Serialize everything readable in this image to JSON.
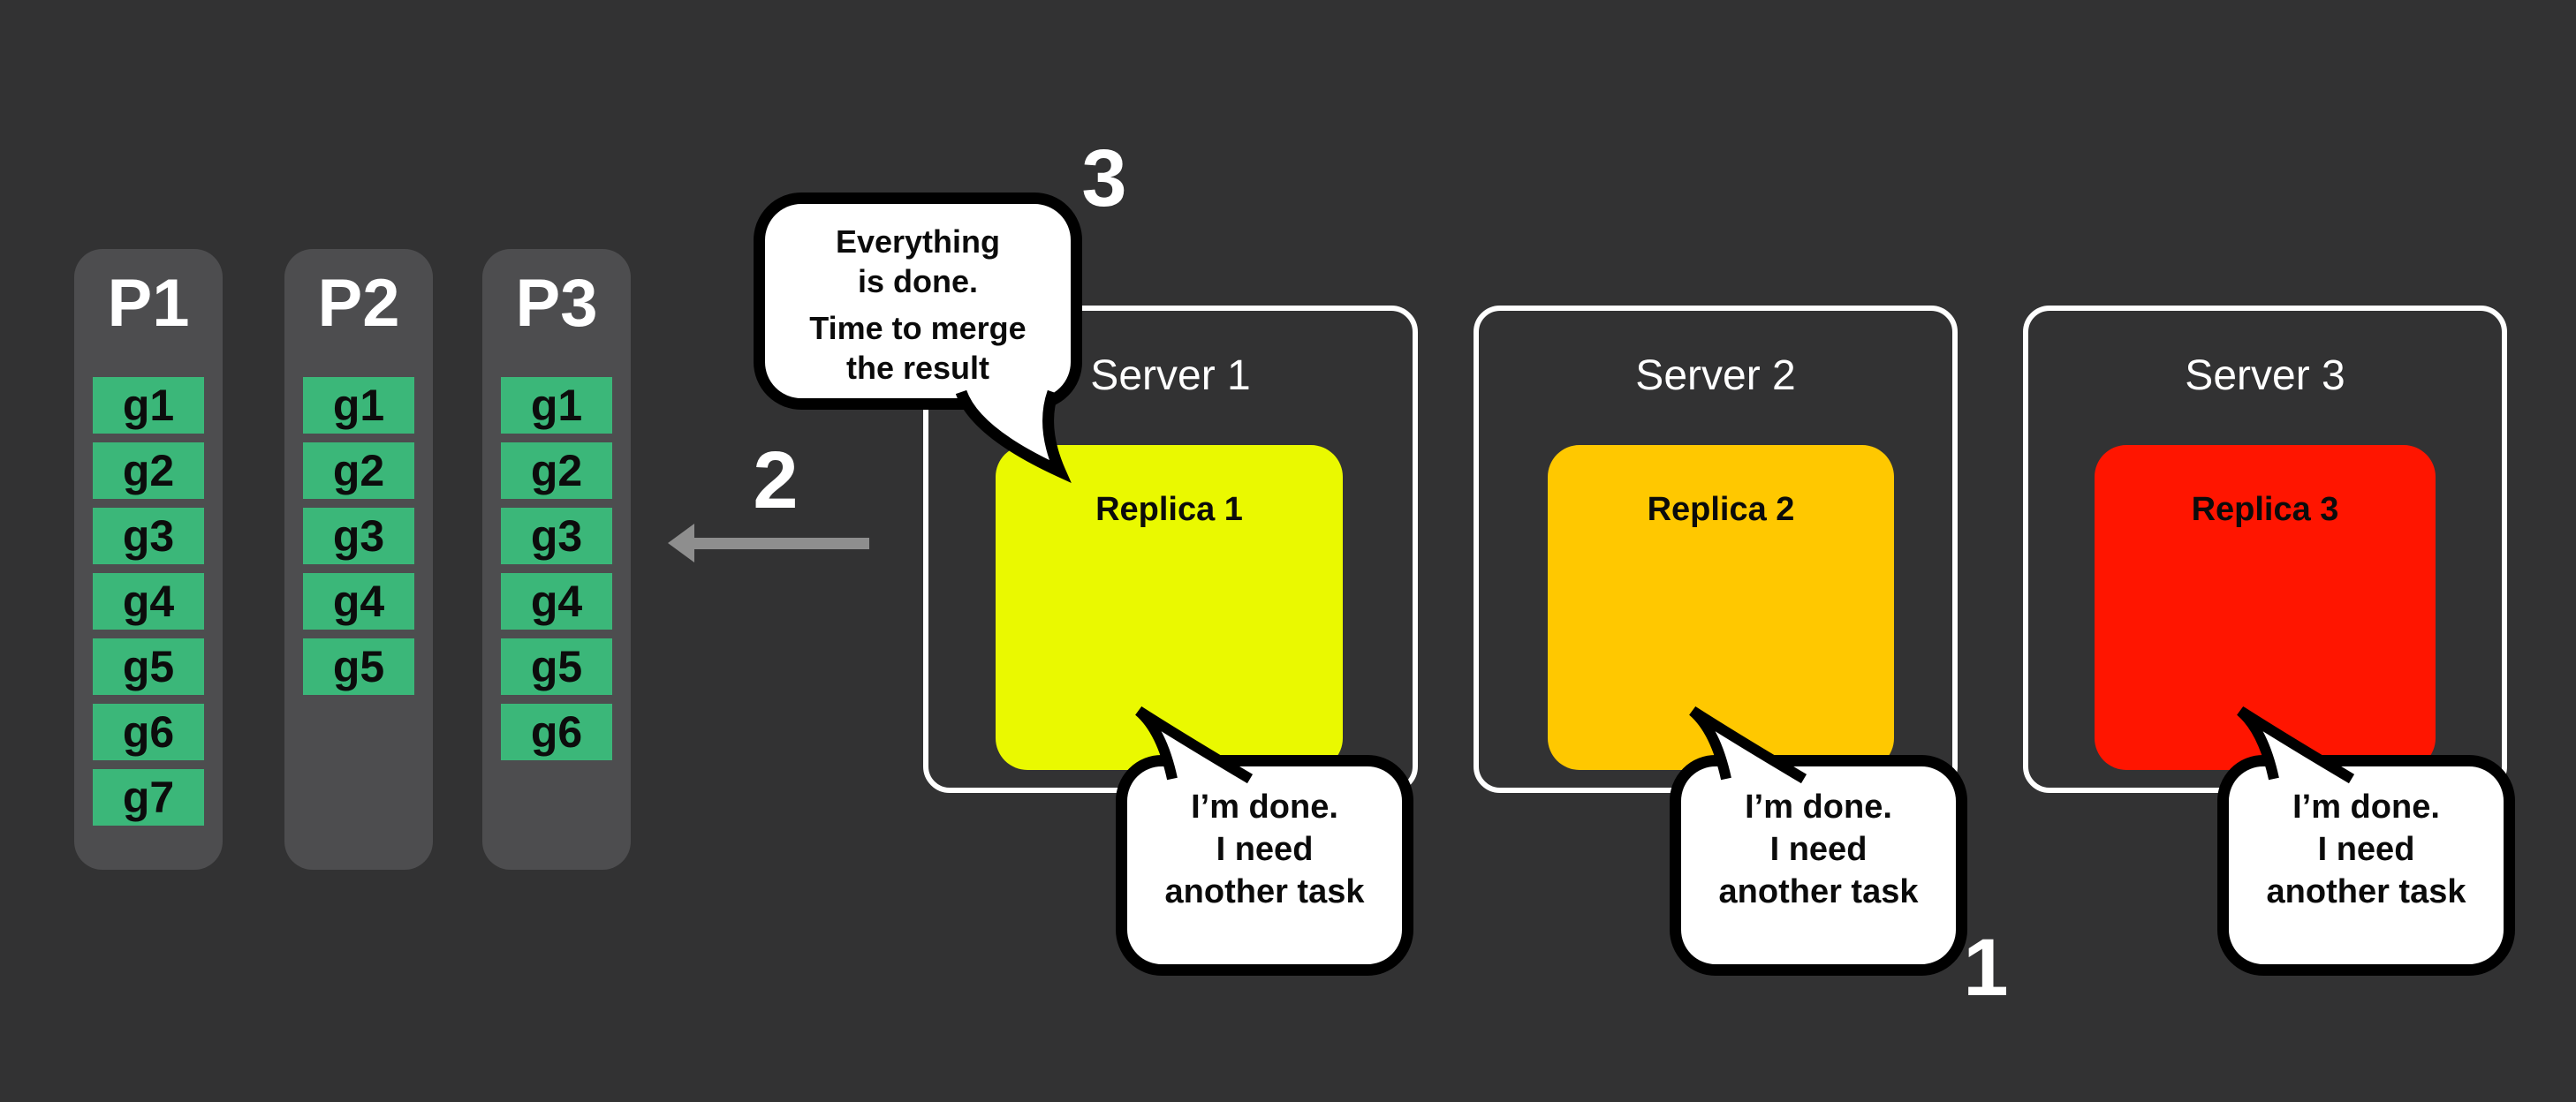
{
  "colors": {
    "background": "#323233",
    "partition_panel": "#4D4D4F",
    "task_green": "#3BB779",
    "replica_1": "#EAF900",
    "replica_2": "#FFC800",
    "replica_3": "#FF1500",
    "arrow_gray": "#8E8E8E",
    "server_border": "#FFFFFF",
    "bubble_border": "#000000"
  },
  "partitions": {
    "columns": [
      {
        "label": "P1",
        "tasks": [
          "g1",
          "g2",
          "g3",
          "g4",
          "g5",
          "g6",
          "g7"
        ]
      },
      {
        "label": "P2",
        "tasks": [
          "g1",
          "g2",
          "g3",
          "g4",
          "g5"
        ]
      },
      {
        "label": "P3",
        "tasks": [
          "g1",
          "g2",
          "g3",
          "g4",
          "g5",
          "g6"
        ]
      }
    ]
  },
  "servers": [
    {
      "label": "Server 1",
      "replica_label": "Replica 1"
    },
    {
      "label": "Server 2",
      "replica_label": "Replica 2"
    },
    {
      "label": "Server 3",
      "replica_label": "Replica 3"
    }
  ],
  "bubbles": {
    "merge": {
      "lines": [
        "Everything",
        "is done.",
        "Time to merge",
        "the result"
      ]
    },
    "done": {
      "lines": [
        "I’m done.",
        "I need",
        "another task"
      ]
    }
  },
  "step_labels": {
    "one": "1",
    "two": "2",
    "three": "3"
  }
}
